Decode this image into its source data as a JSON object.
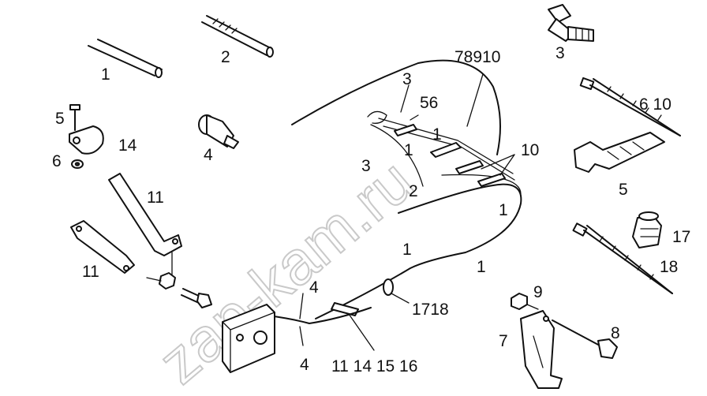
{
  "watermark": "zap-kam.ru",
  "labels": {
    "l_1a": "1",
    "l_2a": "2",
    "l_3a": "3",
    "l_78910": "78910",
    "l_3b": "3",
    "l_56": "56",
    "l_1b": "1",
    "l_1c": "1",
    "l_3c": "3",
    "l_2b": "2",
    "l_610": "6 10",
    "l_10": "10",
    "l_5a": "5",
    "l_14a": "14",
    "l_6": "6",
    "l_4a": "4",
    "l_5b": "5",
    "l_11a": "11",
    "l_1d": "1",
    "l_17": "17",
    "l_1e": "1",
    "l_1f": "1",
    "l_18": "18",
    "l_11b": "11",
    "l_9": "9",
    "l_4b": "4",
    "l_1718": "1718",
    "l_8": "8",
    "l_7": "7",
    "l_4c": "4",
    "l_bottom": "11 14 15 16"
  }
}
